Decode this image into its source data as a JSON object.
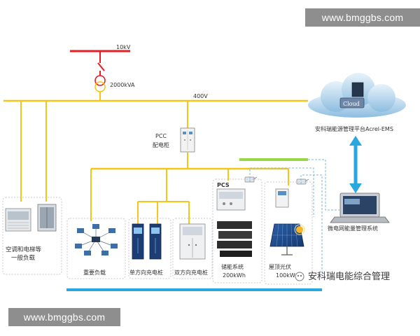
{
  "watermarks": {
    "top": "www.bmggbs.com",
    "bottom": "www.bmggbs.com"
  },
  "grid": {
    "hv_label": "10kV",
    "transformer_label": "2000kVA",
    "lv_label": "400V"
  },
  "pcc": {
    "line1": "PCC",
    "line2": "配电柜"
  },
  "pcs_label": "PCS",
  "cloud": {
    "label": "Cloud",
    "platform": "安科瑞能源管理平台Acrel-EMS"
  },
  "microgrid_system": "微电网能量管理系统",
  "loads": {
    "hvac": {
      "line1": "空调和电梯等",
      "line2": "一般负载"
    },
    "important": "重要负载",
    "unidirectional": "单方向充电桩",
    "bidirectional": "双方向充电桩",
    "storage": {
      "line1": "储能系统",
      "line2": "200kWh"
    },
    "pv": {
      "line1": "屋顶光伏",
      "line2": "100kW"
    }
  },
  "brand_watermark": "安科瑞电能综合管理",
  "colors": {
    "hv_bus": "#e31e24",
    "ac_bus": "#f5c518",
    "dc_bus": "#29a8e0",
    "green_bus": "#9bd64a",
    "comm_dashed": "#7fb7d8",
    "arrow": "#29a8e0"
  }
}
